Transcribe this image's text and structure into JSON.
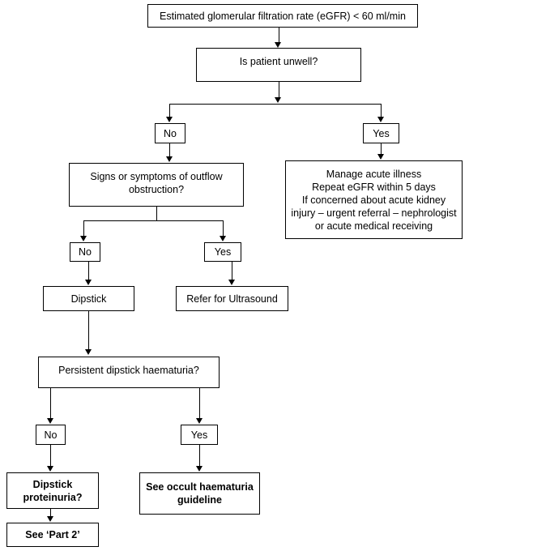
{
  "diagram": {
    "title": "eGFR assessment pathway (Part 1)",
    "background": "#ffffff",
    "line_color": "#000000",
    "text_color": "#000000"
  },
  "nodes": {
    "start": "Estimated glomerular filtration rate (eGFR) < 60 ml/min",
    "unwell": "Is patient unwell?",
    "unwell_no": "No",
    "unwell_yes": "Yes",
    "manage_acute": "Manage acute illness\nRepeat eGFR within 5 days\nIf concerned about acute kidney\ninjury – urgent referral – nephrologist\nor acute medical receiving",
    "outflow": "Signs or symptoms of outflow\nobstruction?",
    "outflow_no": "No",
    "outflow_yes": "Yes",
    "dipstick": "Dipstick",
    "ultrasound": "Refer for Ultrasound",
    "haematuria": "Persistent dipstick haematuria?",
    "haematuria_no": "No",
    "haematuria_yes": "Yes",
    "proteinuria": "Dipstick\nproteinuria?",
    "part2": "See ‘Part 2’",
    "occult": "See occult haematuria\nguideline"
  }
}
